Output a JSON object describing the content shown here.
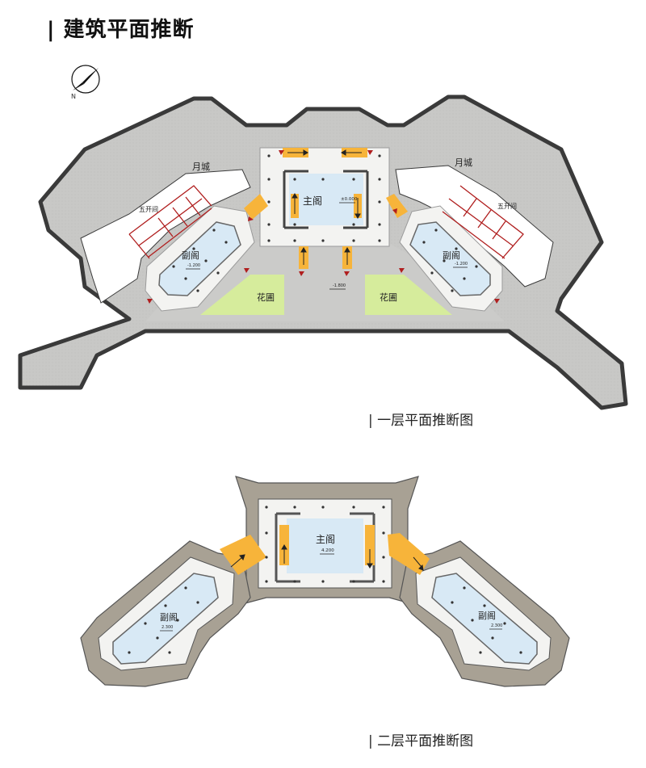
{
  "page": {
    "title": "| 建筑平面推断",
    "compass_label": "N"
  },
  "floor1": {
    "caption": "| 一层平面推断图",
    "labels": {
      "moon_city_left": "月城",
      "moon_city_right": "月城",
      "five_bay": "五开间",
      "five_bay_right": "五开间",
      "main_pavilion": "主阁",
      "side_pavilion_left": "副阁",
      "side_pavilion_right": "副阁",
      "garden_left": "花圃",
      "garden_right": "花圃"
    },
    "elevations": {
      "main": "±0.000",
      "side_left": "-1.200",
      "side_right": "-1.200",
      "court": "-1.800"
    }
  },
  "floor2": {
    "caption": "| 二层平面推断图",
    "labels": {
      "main_pavilion": "主阁",
      "side_pavilion_left": "副阁",
      "side_pavilion_right": "副阁"
    },
    "elevations": {
      "main": "4.200",
      "side_left": "2.300",
      "side_right": "2.300"
    }
  },
  "colors": {
    "wall_gray": "#c9c9c7",
    "wall_outline": "#3a3a3a",
    "floor_white": "#f3f3f1",
    "room_blue": "#d8e9f5",
    "stair_orange": "#f7b43a",
    "garden_green": "#d6ec9c",
    "roof_taupe": "#a8a194",
    "red_marker": "#b01e1e"
  }
}
